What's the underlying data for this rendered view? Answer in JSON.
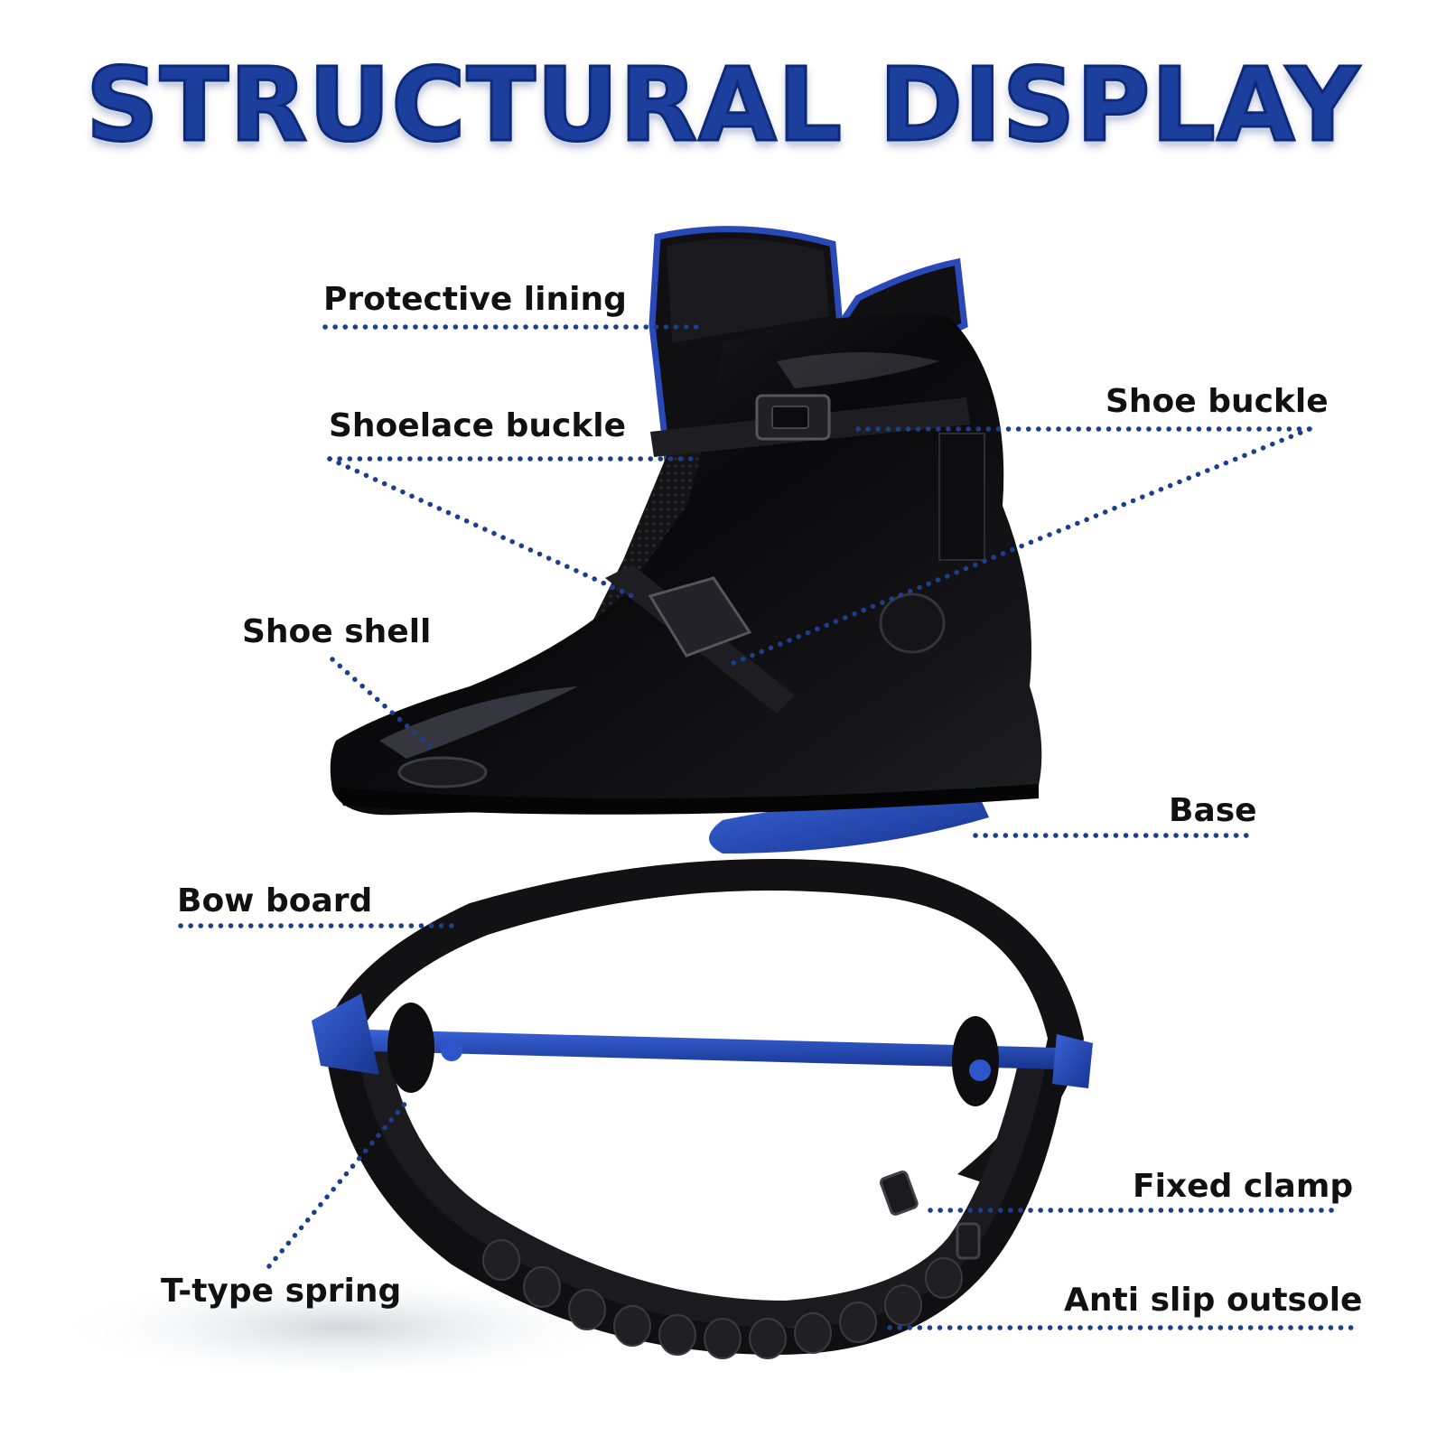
{
  "title": "STRUCTURAL DISPLAY",
  "colors": {
    "title_fill": "#1c3f9e",
    "leader_dots": "#1c3f8a",
    "accent_blue": "#1f45b5",
    "shoe_black": "#0b0b0d",
    "label_text": "#111111"
  },
  "labels": {
    "protective_lining": "Protective lining",
    "shoelace_buckle": "Shoelace buckle",
    "shoe_buckle": "Shoe buckle",
    "shoe_shell": "Shoe shell",
    "base": "Base",
    "bow_board": "Bow board",
    "fixed_clamp": "Fixed clamp",
    "t_type_spring": "T-type spring",
    "anti_slip_outsole": "Anti slip outsole"
  }
}
